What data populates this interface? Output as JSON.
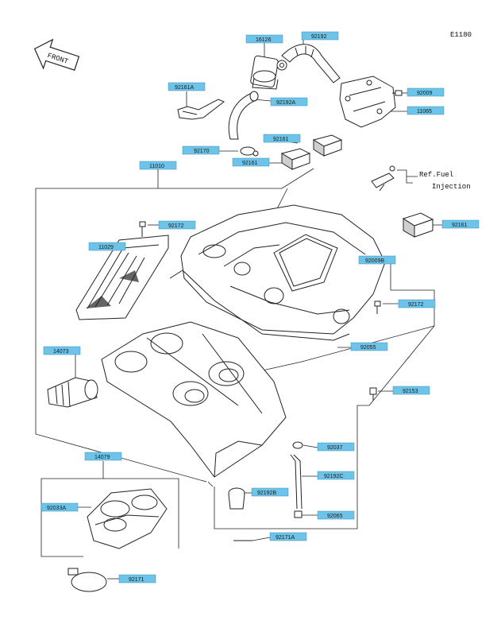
{
  "code": "E1180",
  "front_label": "FRONT",
  "reference": {
    "line1": "Ref.Fuel",
    "line2": "Injection"
  },
  "labels": {
    "p16126": "16126",
    "p92192": "92192",
    "p92161A": "92161A",
    "p92192A": "92192A",
    "p92009": "92009",
    "p11065": "11065",
    "p92170": "92170",
    "p92161a": "92161",
    "p92161b": "92161",
    "p11010": "11010",
    "p92172a": "92172",
    "p92161c": "92161",
    "p11029": "11029",
    "p92009B": "92009B",
    "p92172b": "92172",
    "p92055": "92055",
    "p14073": "14073",
    "p92153": "92153",
    "p92037": "92037",
    "p14079": "14079",
    "p92192C": "92192C",
    "p92192B": "92192B",
    "p92033A": "92033A",
    "p92065": "92065",
    "p92171A": "92171A",
    "p92171": "92171"
  }
}
